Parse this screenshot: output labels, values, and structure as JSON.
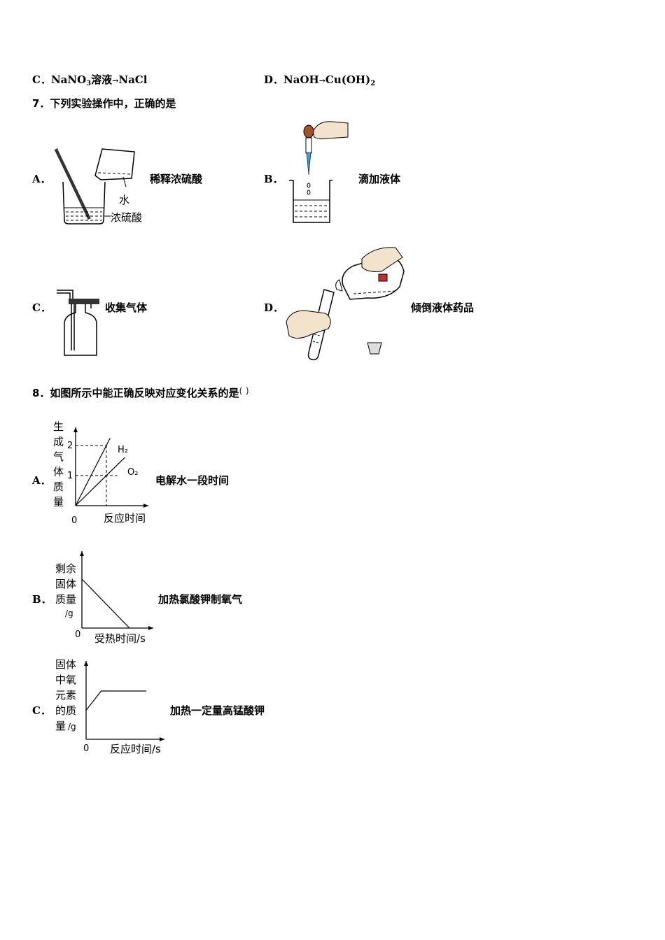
{
  "q6": {
    "optC": {
      "letter": "C．",
      "text_a": "NaNO",
      "sub": "3",
      "text_b": "溶液",
      "arrow": "→",
      "text_c": "NaCl"
    },
    "optD": {
      "letter": "D．",
      "text_a": "NaOH",
      "arrow": "→",
      "text_b": "Cu(OH)",
      "sub": "2"
    }
  },
  "q7": {
    "stem": "7．下列实验操作中，正确的是",
    "options": [
      {
        "letter": "A．",
        "caption": "稀释浓硫酸",
        "label_water": "水",
        "label_acid": "浓硫酸"
      },
      {
        "letter": "B．",
        "caption": "滴加液体"
      },
      {
        "letter": "C．",
        "caption": "收集气体"
      },
      {
        "letter": "D．",
        "caption": "倾倒液体药品"
      }
    ]
  },
  "q8": {
    "stem": "8．如图所示中能正确反映对应变化关系的是",
    "paren": "(      )",
    "options": [
      {
        "letter": "A．",
        "caption": "电解水一段时间"
      },
      {
        "letter": "B．",
        "caption": "加热氯酸钾制氧气"
      },
      {
        "letter": "C．",
        "caption": "加热一定量高锰酸钾"
      }
    ]
  },
  "chart_data": [
    {
      "type": "line",
      "ylabel": "生成气体质量",
      "xlabel": "反应时间",
      "origin_label": "0",
      "yticks": [
        "1",
        "2"
      ],
      "series": [
        {
          "name": "H₂",
          "x": [
            0,
            1
          ],
          "y": [
            0,
            2
          ]
        },
        {
          "name": "O₂",
          "x": [
            0,
            1
          ],
          "y": [
            0,
            1
          ]
        }
      ]
    },
    {
      "type": "line",
      "ylabel": "剩余固体质量/g",
      "xlabel": "受热时间/s",
      "origin_label": "0",
      "series": [
        {
          "x": [
            0,
            1
          ],
          "y": [
            1,
            0
          ]
        }
      ]
    },
    {
      "type": "line",
      "ylabel": "固体中氧元素的质量/g",
      "xlabel": "反应时间/s",
      "origin_label": "0",
      "series": [
        {
          "x": [
            0,
            0.25,
            1
          ],
          "y": [
            0.45,
            0.75,
            0.75
          ]
        }
      ]
    }
  ]
}
